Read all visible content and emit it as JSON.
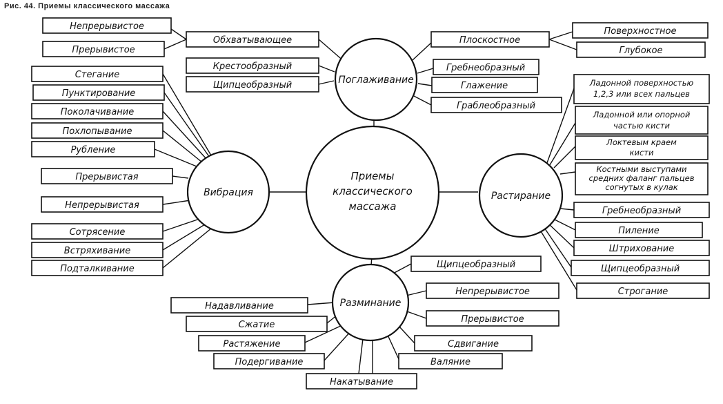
{
  "caption": "Рис. 44. Приемы классического массажа",
  "center": [
    "Приемы",
    "классического",
    "массажа"
  ],
  "hubs": {
    "stroking": "Поглаживание",
    "vibration": "Вибрация",
    "rubbing": "Растирание",
    "kneading": "Разминание"
  },
  "stroking": {
    "grasping": "Обхватывающее",
    "continuous": "Непрерывистое",
    "intermittent": "Прерывистое",
    "cross": "Крестообразный",
    "pincer": "Щипцеобразный",
    "planar": "Плоскостное",
    "superficial": "Поверхностное",
    "deep": "Глубокое",
    "comb": "Гребнеобразный",
    "ironing": "Глажение",
    "rake": "Граблеобразный"
  },
  "vibration": [
    "Стегание",
    "Пунктирование",
    "Поколачивание",
    "Похлопывание",
    "Рубление",
    "Прерывистая",
    "Непрерывистая",
    "Сотрясение",
    "Встряхивание",
    "Подталкивание"
  ],
  "rubbing": {
    "palm": [
      "Ладонной поверхностью",
      "1,2,3 или всех пальцев"
    ],
    "support": [
      "Ладонной или опорной",
      "частью кисти"
    ],
    "elbow": [
      "Локтевым краем",
      "кисти"
    ],
    "bony": [
      "Костными выступами",
      "средних фаланг пальцев",
      "согнутых в кулак"
    ],
    "items": [
      "Гребнеобразный",
      "Пиление",
      "Штрихование",
      "Щипцеобразный",
      "Строгание"
    ]
  },
  "kneading": {
    "left": [
      "Надавливание",
      "Сжатие",
      "Растяжение",
      "Подергивание",
      "Накатывание"
    ],
    "right": [
      "Щипцеобразный",
      "Непрерывистое",
      "Прерывистое",
      "Сдвигание",
      "Валяние"
    ]
  }
}
